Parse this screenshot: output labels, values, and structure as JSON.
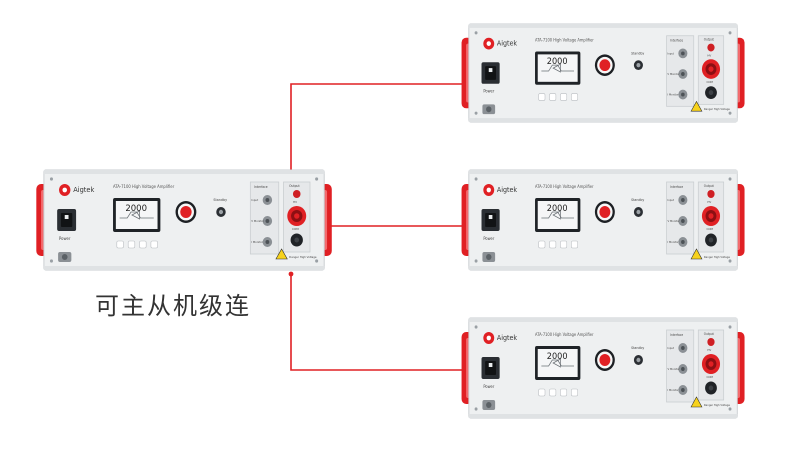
{
  "caption": "可主从机级连",
  "colors": {
    "accent": "#e02024",
    "panel": "#eef0f1",
    "panel_edge": "#c9cdd0",
    "screen": "#1f2327",
    "cable": "#e02024"
  },
  "amplifiers": [
    {
      "role": "master",
      "brand": "Aigtek",
      "model": "ATA-7100 High Voltage Amplifier",
      "display_value": "2000",
      "power_label": "Power",
      "indicator_label": "Standby",
      "io_header": "Interface",
      "io_labels": [
        "Input",
        "V Monitor",
        "I Monitor"
      ],
      "output_header": "Output",
      "output_top_label": "HV",
      "output_bottom_label": "COM",
      "warning_text": "Danger High Voltage"
    },
    {
      "role": "slave-1",
      "brand": "Aigtek",
      "model": "ATA-7100 High Voltage Amplifier",
      "display_value": "2000",
      "power_label": "Power",
      "indicator_label": "Standby",
      "io_header": "Interface",
      "io_labels": [
        "Input",
        "V Monitor",
        "I Monitor"
      ],
      "output_header": "Output",
      "output_top_label": "HV",
      "output_bottom_label": "COM",
      "warning_text": "Danger High Voltage"
    },
    {
      "role": "slave-2",
      "brand": "Aigtek",
      "model": "ATA-7100 High Voltage Amplifier",
      "display_value": "2000",
      "power_label": "Power",
      "indicator_label": "Standby",
      "io_header": "Interface",
      "io_labels": [
        "Input",
        "V Monitor",
        "I Monitor"
      ],
      "output_header": "Output",
      "output_top_label": "HV",
      "output_bottom_label": "COM",
      "warning_text": "Danger High Voltage"
    },
    {
      "role": "slave-3",
      "brand": "Aigtek",
      "model": "ATA-7100 High Voltage Amplifier",
      "display_value": "2000",
      "power_label": "Power",
      "indicator_label": "Standby",
      "io_header": "Interface",
      "io_labels": [
        "Input",
        "V Monitor",
        "I Monitor"
      ],
      "output_header": "Output",
      "output_top_label": "HV",
      "output_bottom_label": "COM",
      "warning_text": "Danger High Voltage"
    }
  ]
}
